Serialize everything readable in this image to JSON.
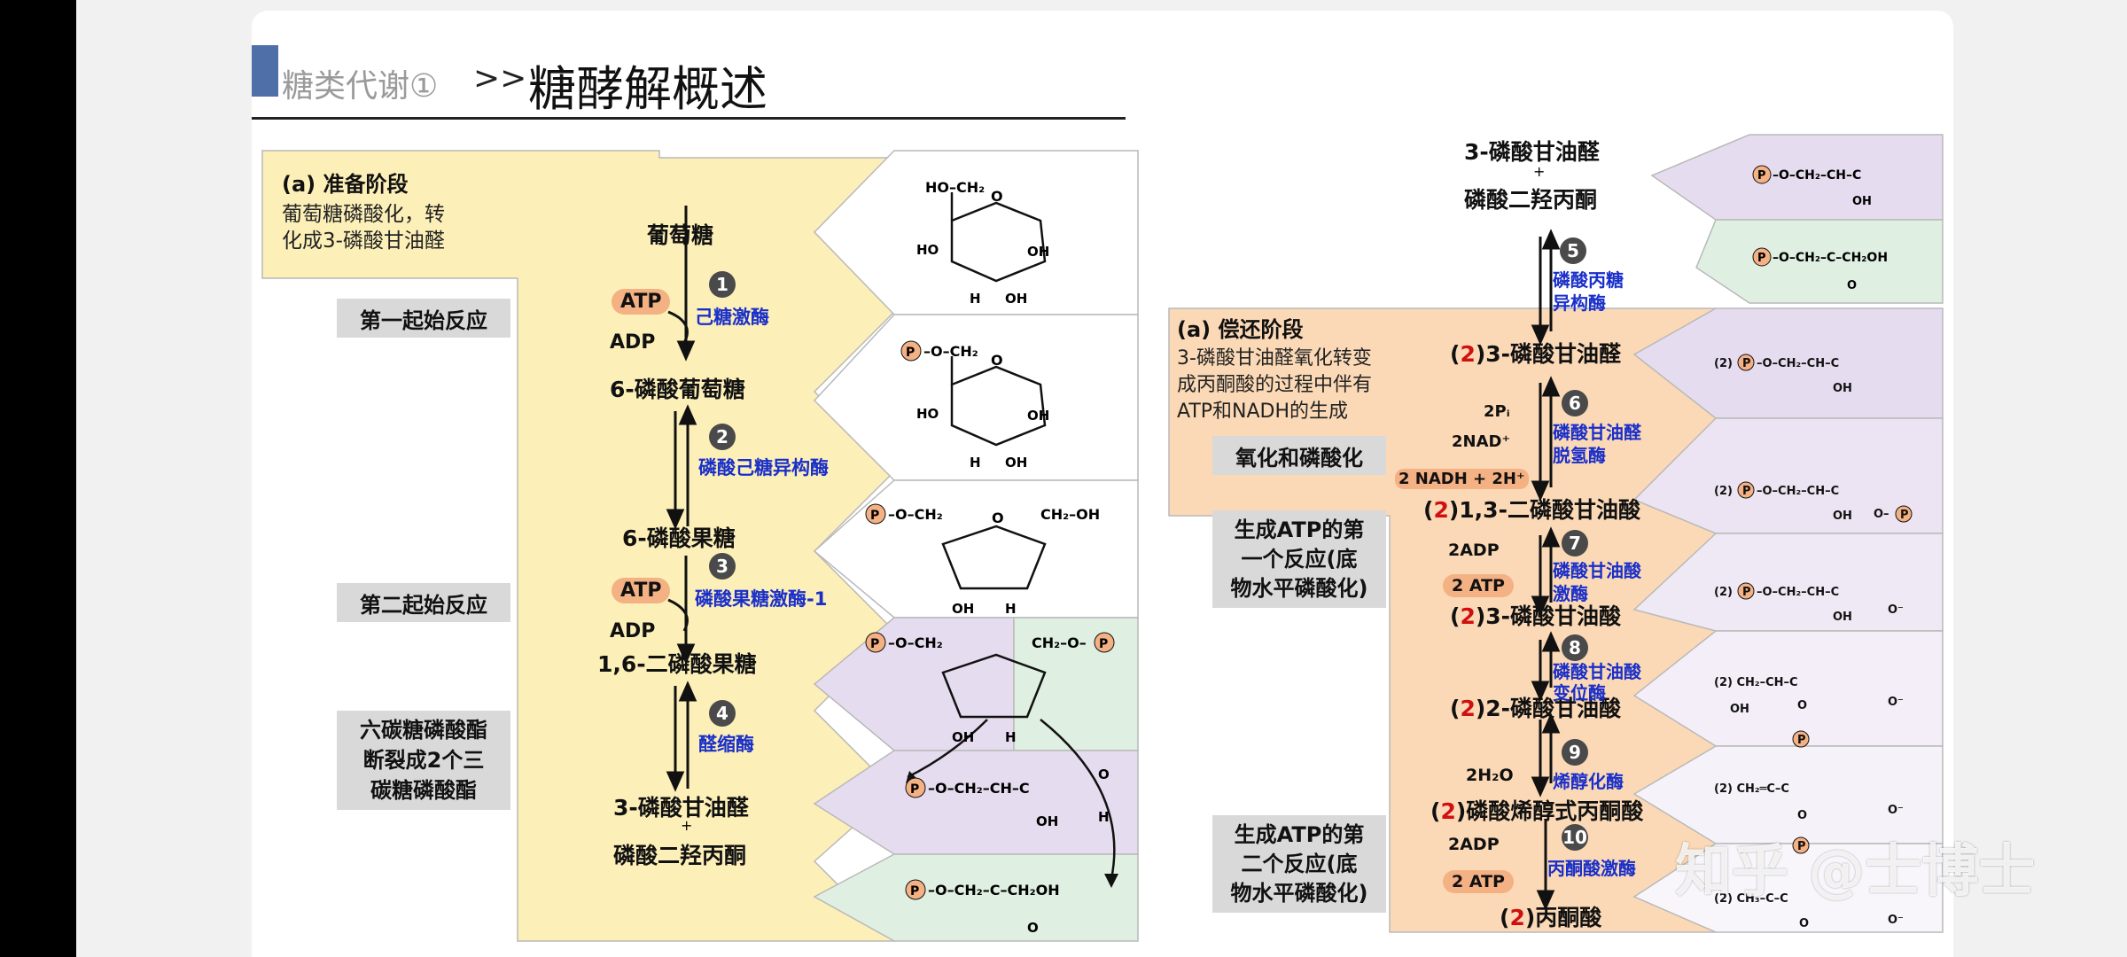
{
  "title": {
    "prefix": "糖类代谢①",
    "sep": ">>",
    "main": "糖酵解概述"
  },
  "watermark": "知乎 @士博士",
  "colors": {
    "yellow": "#fcefb8",
    "orange": "#fbd9b6",
    "purple": "#e6dcef",
    "green": "#dff0e2",
    "atp": "#f4b183",
    "enzyme": "#1a2fc9",
    "grey": "#d9d9d9"
  },
  "prep": {
    "heading": "(a) 准备阶段",
    "desc_line1": "葡萄糖磷酸化，转",
    "desc_line2": "化成3-磷酸甘油醛",
    "side_label1": "第一起始反应",
    "side_label2": "第二起始反应",
    "side_label3": [
      "六碳糖磷酸酯",
      "断裂成2个三",
      "碳糖磷酸酯"
    ],
    "metabolites": [
      "葡萄糖",
      "6-磷酸葡萄糖",
      "6-磷酸果糖",
      "1,6-二磷酸果糖",
      "3-磷酸甘油醛",
      "+",
      "磷酸二羟丙酮"
    ],
    "steps": [
      {
        "num": "1",
        "enzyme": "己糖激酶",
        "in": "ATP",
        "out": "ADP"
      },
      {
        "num": "2",
        "enzyme": "磷酸己糖异构酶"
      },
      {
        "num": "3",
        "enzyme": "磷酸果糖激酶-1",
        "in": "ATP",
        "out": "ADP"
      },
      {
        "num": "4",
        "enzyme": "醛缩酶"
      }
    ]
  },
  "payoff": {
    "heading": "(a) 偿还阶段",
    "desc": [
      "3-磷酸甘油醛氧化转变",
      "成丙酮酸的过程中伴有",
      "ATP和NADH的生成"
    ],
    "side_label1": "氧化和磷酸化",
    "side_label2": [
      "生成ATP的第",
      "一个反应(底",
      "物水平磷酸化)"
    ],
    "side_label3": [
      "生成ATP的第",
      "二个反应(底",
      "物水平磷酸化)"
    ],
    "top_metabolites": [
      "3-磷酸甘油醛",
      "+",
      "磷酸二羟丙酮"
    ],
    "metabolites": [
      "3-磷酸甘油醛",
      "1,3-二磷酸甘油酸",
      "3-磷酸甘油酸",
      "2-磷酸甘油酸",
      "磷酸烯醇式丙酮酸",
      "丙酮酸"
    ],
    "multiplier": "2",
    "steps": [
      {
        "num": "5",
        "enzyme": [
          "磷酸丙糖",
          "异构酶"
        ]
      },
      {
        "num": "6",
        "enzyme": [
          "磷酸甘油醛",
          "脱氢酶"
        ],
        "inputs": [
          "2Pᵢ",
          "2NAD⁺"
        ],
        "output": "2 NADH + 2H⁺"
      },
      {
        "num": "7",
        "enzyme": [
          "磷酸甘油酸",
          "激酶"
        ],
        "in": "2ADP",
        "out": "2 ATP"
      },
      {
        "num": "8",
        "enzyme": [
          "磷酸甘油酸",
          "变位酶"
        ]
      },
      {
        "num": "9",
        "enzyme": [
          "烯醇化酶"
        ],
        "out": "2H₂O"
      },
      {
        "num": "10",
        "enzyme": [
          "丙酮酸激酶"
        ],
        "in": "2ADP",
        "out": "2 ATP"
      }
    ]
  }
}
